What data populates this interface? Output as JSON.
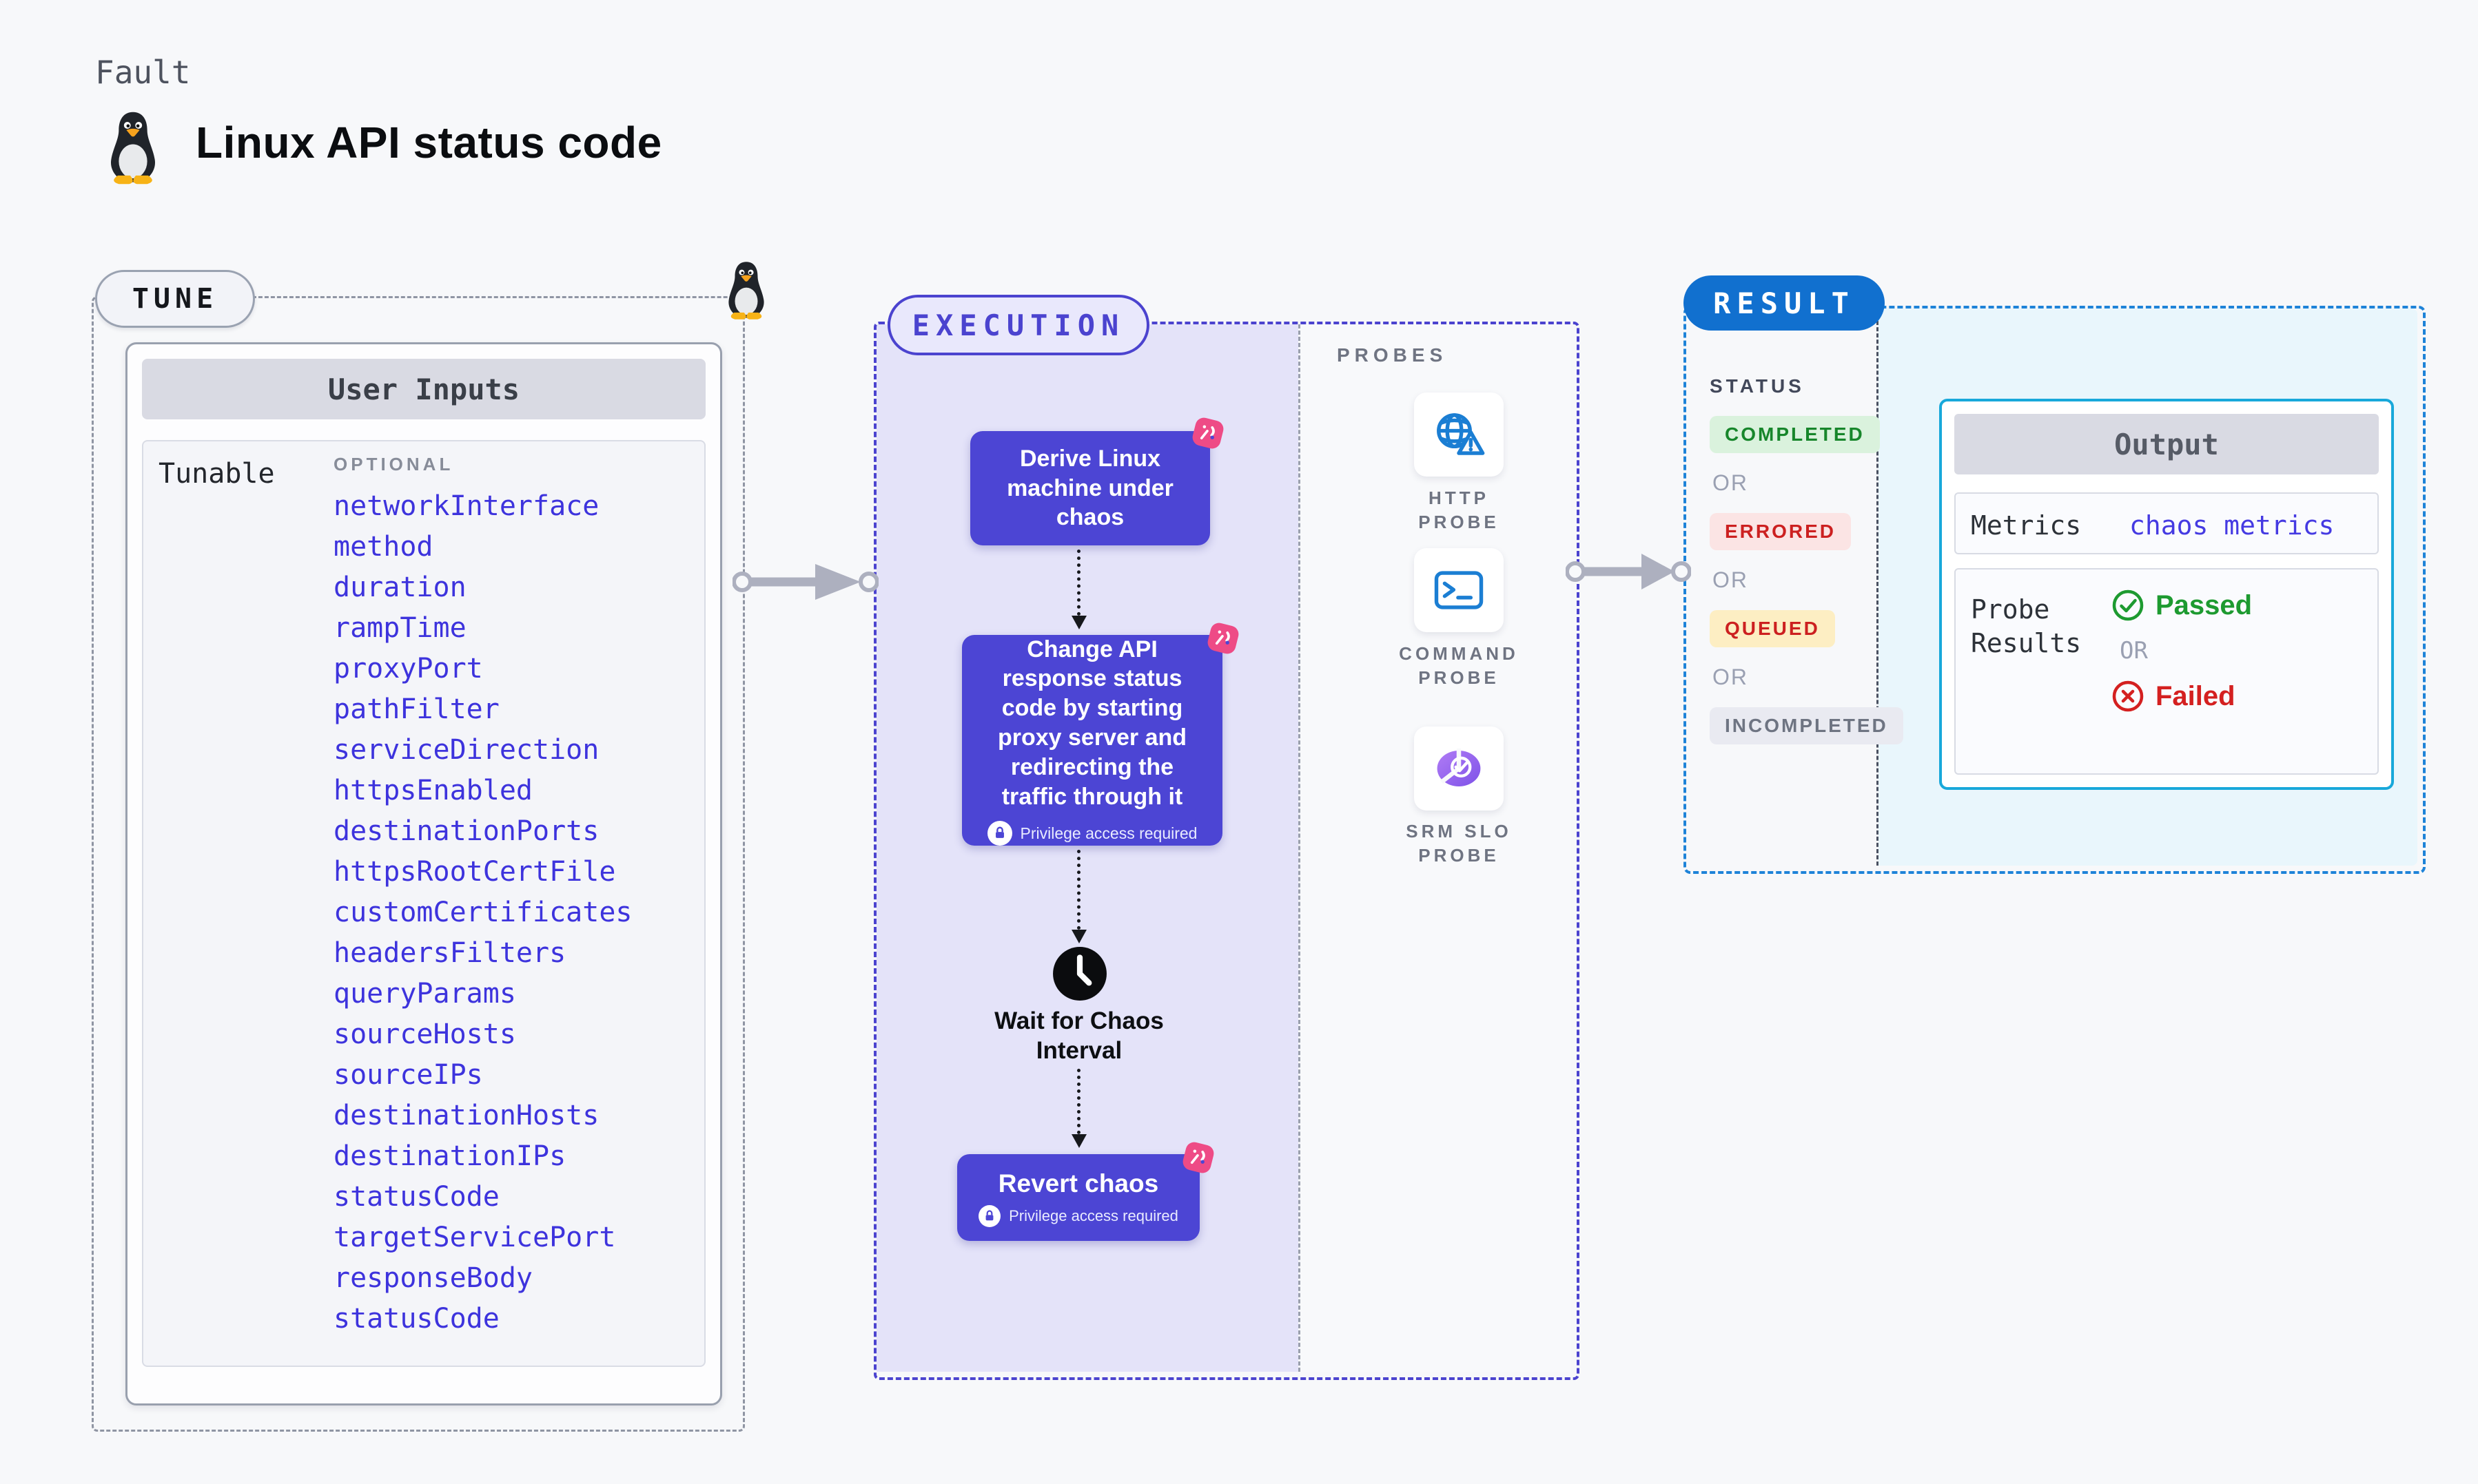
{
  "header": {
    "fault_label": "Fault",
    "title": "Linux API status code"
  },
  "tune": {
    "badge": "TUNE",
    "panel_title": "User Inputs",
    "row_label": "Tunable",
    "optional_label": "OPTIONAL",
    "params": [
      "networkInterface",
      "method",
      "duration",
      "rampTime",
      "proxyPort",
      "pathFilter",
      "serviceDirection",
      "httpsEnabled",
      "destinationPorts",
      "httpsRootCertFile",
      "customCertificates",
      "headersFilters",
      "queryParams",
      "sourceHosts",
      "sourceIPs",
      "destinationHosts",
      "destinationIPs",
      "statusCode",
      "targetServicePort",
      "responseBody",
      "statusCode"
    ]
  },
  "execution": {
    "badge": "EXECUTION",
    "step1_label": "Derive Linux machine under chaos",
    "step2_label": "Change API response status code by starting proxy server and redirecting the traffic through it",
    "privilege_note": "Privilege access required",
    "wait_label": "Wait for Chaos Interval",
    "revert_label": "Revert chaos"
  },
  "probes": {
    "section_label": "PROBES",
    "items": [
      {
        "label": "HTTP PROBE",
        "icon": "globe-alert-icon"
      },
      {
        "label": "COMMAND PROBE",
        "icon": "terminal-icon"
      },
      {
        "label": "SRM SLO PROBE",
        "icon": "slo-pie-icon"
      }
    ]
  },
  "result": {
    "badge": "RESULT",
    "status_label": "STATUS",
    "or_label": "OR",
    "statuses": [
      "COMPLETED",
      "ERRORED",
      "QUEUED",
      "INCOMPLETED"
    ],
    "output": {
      "title": "Output",
      "metrics_label": "Metrics",
      "metrics_value": "chaos metrics",
      "probe_results_label": "Probe Results",
      "passed_label": "Passed",
      "or_label": "OR",
      "failed_label": "Failed"
    }
  },
  "colors": {
    "accent_indigo": "#4b43cf",
    "step_box": "#4c45d4",
    "param_blue": "#3d33dd",
    "result_blue": "#1170cf",
    "result_dash_blue": "#1e83d8",
    "output_border_cyan": "#18a8da",
    "probe_blue": "#1b7ed3",
    "srm_purple": "#9a63ee",
    "chaos_pink": "#ee4b86",
    "passed_green": "#1d9a30",
    "failed_red": "#d42020",
    "completed_bg": "#daf2dd",
    "errored_bg": "#fbe4e4",
    "queued_bg": "#fdeec3",
    "incompleted_bg": "#e9eaf1",
    "lavender_fill": "#e4e3f9",
    "cyan_fill": "#e9f6fc"
  }
}
